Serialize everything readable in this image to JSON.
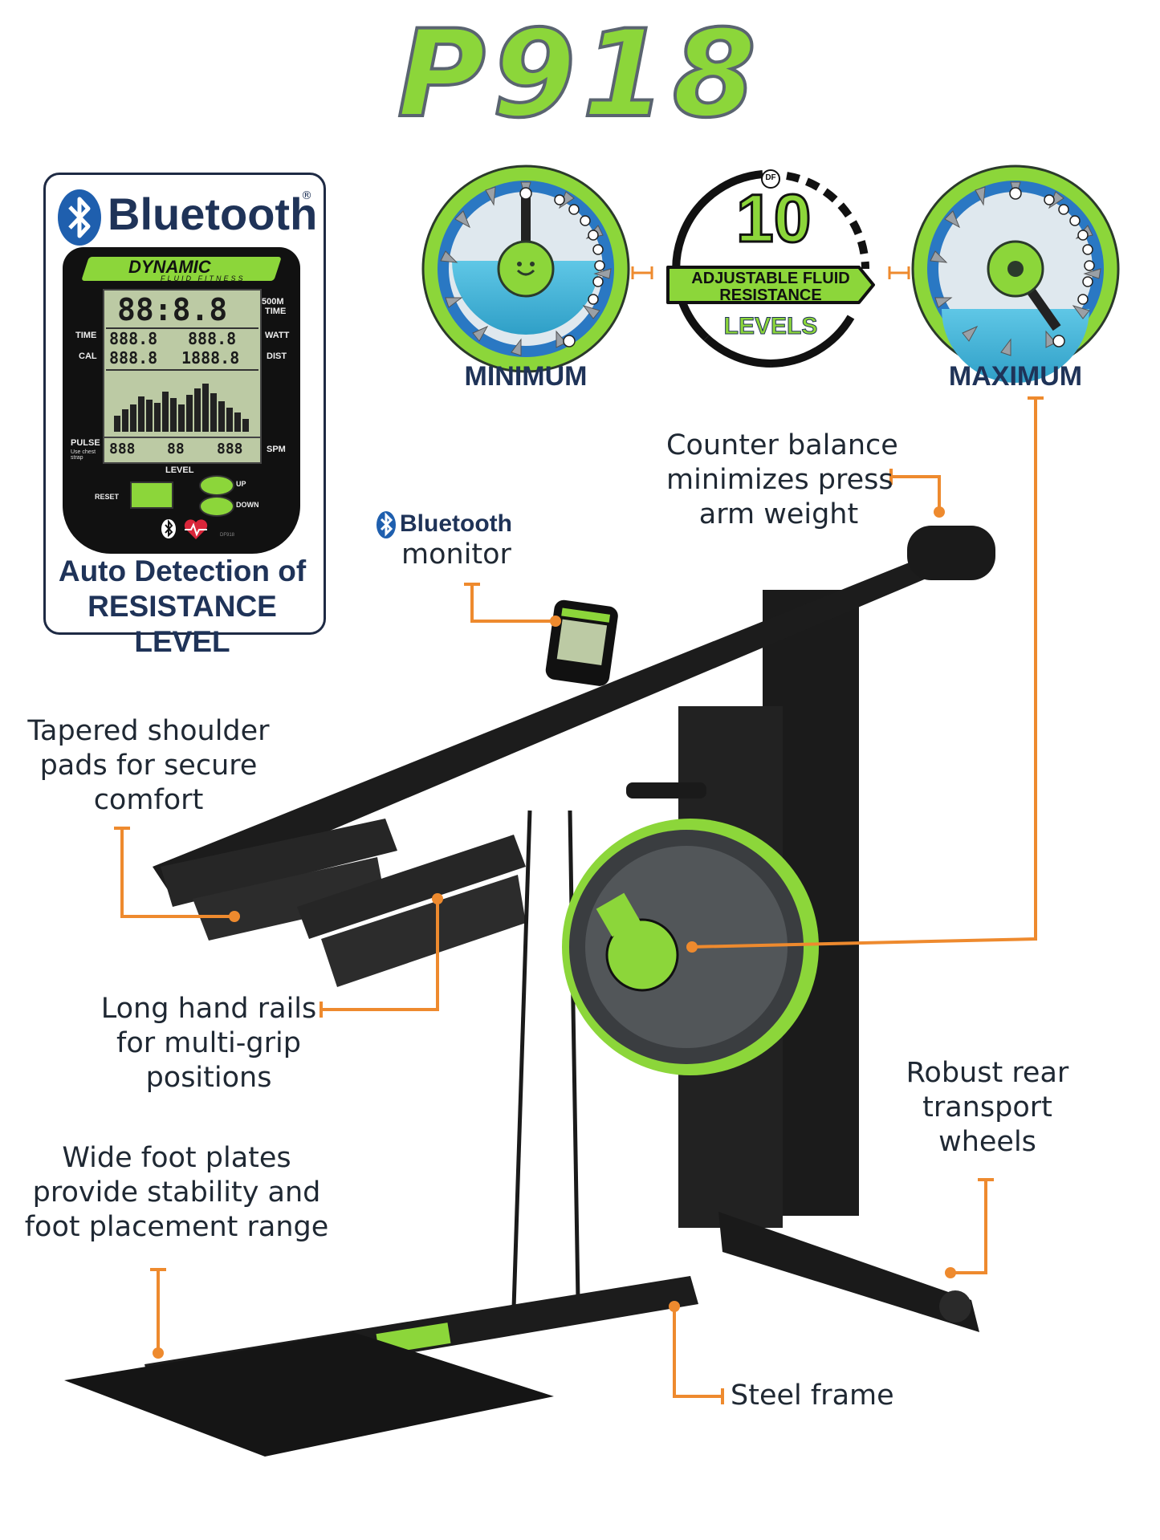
{
  "title": "P918",
  "bluetooth_panel": {
    "brand": "Bluetooth",
    "reg_mark": "®",
    "console": {
      "logo_line1": "DYNAMIC",
      "logo_line2": "FLUID FITNESS",
      "main_digits": "88:8.8",
      "label_500m": "500M",
      "label_time_right": "TIME",
      "label_time": "TIME",
      "label_cal": "CAL",
      "label_watt": "WATT",
      "label_dist": "DIST",
      "row1_left": "888.8",
      "row1_right": "888.8",
      "row2_left": "888.8",
      "row2_right": "1888.8",
      "label_pulse": "PULSE",
      "label_pulse_sub": "Use chest strap",
      "label_spm": "SPM",
      "pulse_value": "888",
      "level_value": "88",
      "spm_value": "888",
      "label_level": "LEVEL",
      "label_reset": "RESET",
      "label_up": "UP",
      "label_down": "DOWN",
      "model_code": "DF918"
    },
    "caption_line1": "Auto Detection of",
    "caption_line2": "RESISTANCE LEVEL"
  },
  "resistance": {
    "minimum_label": "MINIMUM",
    "maximum_label": "MAXIMUM",
    "badge_number": "10",
    "badge_line1": "ADJUSTABLE FLUID",
    "badge_line2": "RESISTANCE",
    "badge_line3": "LEVELS",
    "badge_logo": "DF",
    "dial_ticks": [
      "1",
      "2",
      "3",
      "4",
      "5",
      "6",
      "7",
      "8",
      "9",
      "10"
    ]
  },
  "callouts": {
    "counter_balance": [
      "Counter balance",
      "minimizes press",
      "arm weight"
    ],
    "bluetooth_monitor_brand": "Bluetooth",
    "bluetooth_monitor_word": "monitor",
    "shoulder_pads": [
      "Tapered shoulder",
      "pads for secure",
      "comfort"
    ],
    "hand_rails": [
      "Long hand rails",
      "for multi-grip",
      "positions"
    ],
    "foot_plates": [
      "Wide foot plates",
      "provide stability and",
      "foot placement range"
    ],
    "rear_wheels": [
      "Robust rear",
      "transport",
      "wheels"
    ],
    "steel_frame": "Steel frame"
  },
  "colors": {
    "green": "#8cd63a",
    "navy": "#1f3358",
    "orange": "#ee8a2e",
    "machine": "#1a1a1a"
  }
}
